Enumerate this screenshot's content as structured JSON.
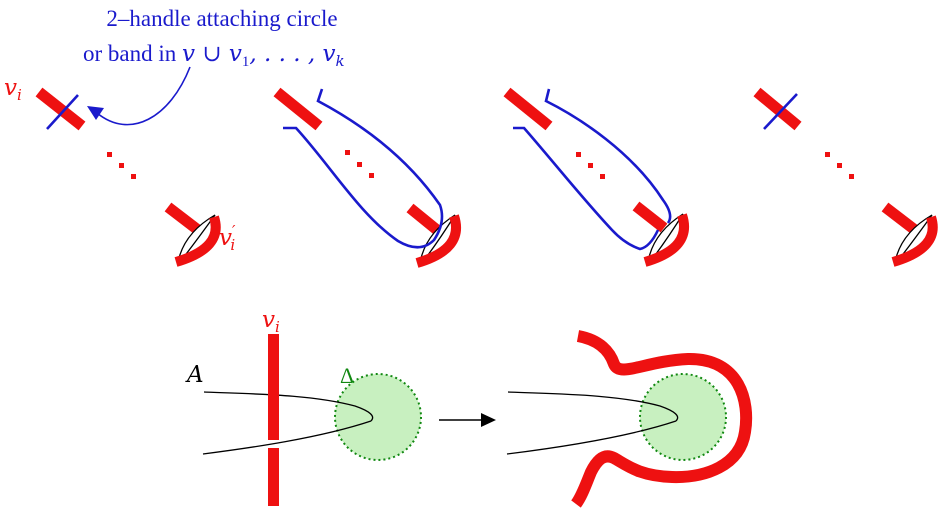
{
  "annotation": {
    "line1": "2–handle attaching circle",
    "line2_prefix": "or band in ",
    "line2_math": "v ∪ v",
    "line2_sub1": "1",
    "line2_mid": ", . . . , v",
    "line2_subk": "k"
  },
  "labels": {
    "v_i_top": "v",
    "v_i_top_sub": "i",
    "v_i_prime": "v",
    "v_i_prime_mark": "′",
    "v_i_prime_sub": "i",
    "v_i_bottom": "v",
    "v_i_bottom_sub": "i",
    "A": "A",
    "Delta": "Δ"
  },
  "colors": {
    "red": "#ee1111",
    "blue": "#1a1acc",
    "green": "#118811",
    "disk_fill": "#c8f0c0",
    "black": "#000000"
  }
}
